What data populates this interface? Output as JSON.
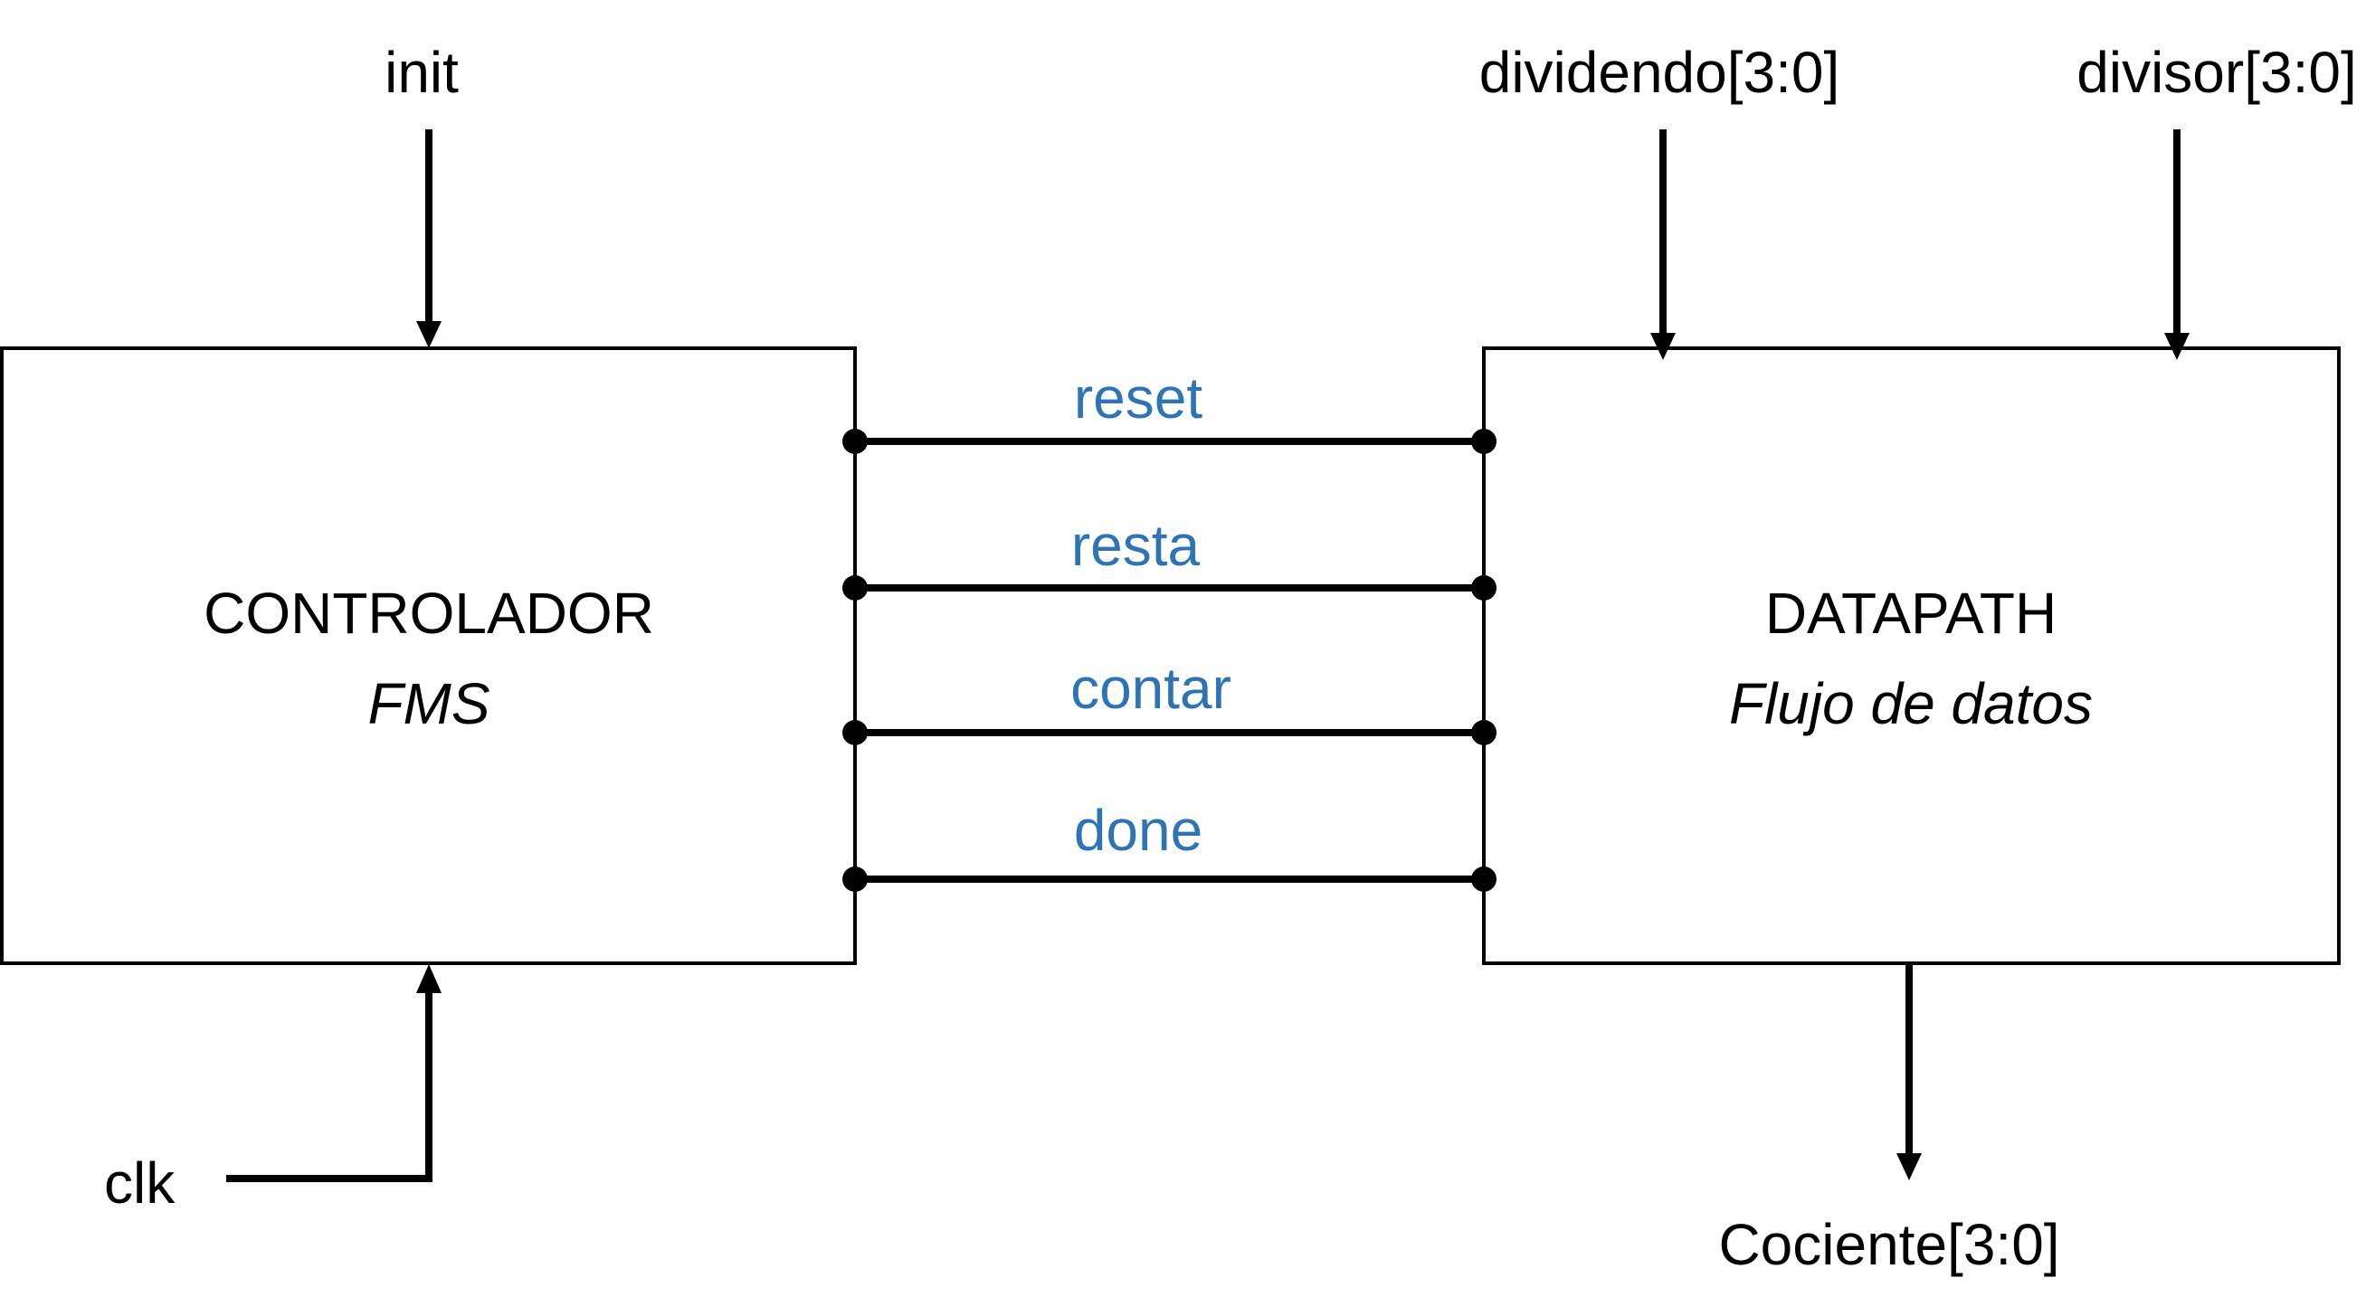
{
  "inputs": {
    "init": "init",
    "dividendo": "dividendo[3:0]",
    "divisor": "divisor[3:0]",
    "clk": "clk"
  },
  "outputs": {
    "cociente": "Cociente[3:0]"
  },
  "controller": {
    "title": "CONTROLADOR",
    "subtitle": "FMS"
  },
  "datapath": {
    "title": "DATAPATH",
    "subtitle": "Flujo de datos"
  },
  "signals": [
    "reset",
    "resta",
    "contar",
    "done"
  ],
  "colors": {
    "signal_text": "#2e74b5",
    "line": "#000000",
    "box_fill": "#ffffff"
  }
}
